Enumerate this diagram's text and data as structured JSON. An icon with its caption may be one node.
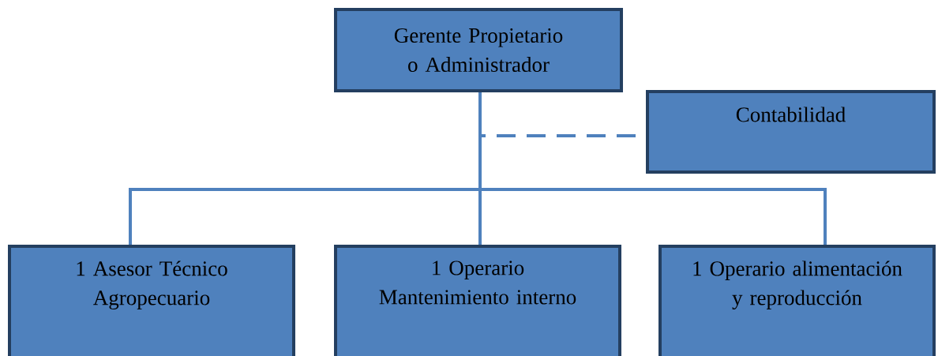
{
  "diagram": {
    "nodes": [
      {
        "text": [
          "Gerente Propietario o Administrador"
        ]
      },
      {
        "text": [
          "Contabilidad"
        ]
      },
      {
        "text": [
          "1 Asesor Técnico Agropecuario"
        ]
      },
      {
        "text": [
          "1 Operario Mantenimiento interno"
        ]
      },
      {
        "text": [
          "1 Operario alimentación y reproducción"
        ]
      }
    ],
    "edges": [
      {
        "from": 0,
        "to": 1,
        "arrow": "none",
        "style": "dashed"
      },
      {
        "from": 0,
        "to": 2,
        "arrow": "none"
      },
      {
        "from": 0,
        "to": 3,
        "arrow": "none"
      },
      {
        "from": 0,
        "to": 4,
        "arrow": "none"
      }
    ]
  }
}
